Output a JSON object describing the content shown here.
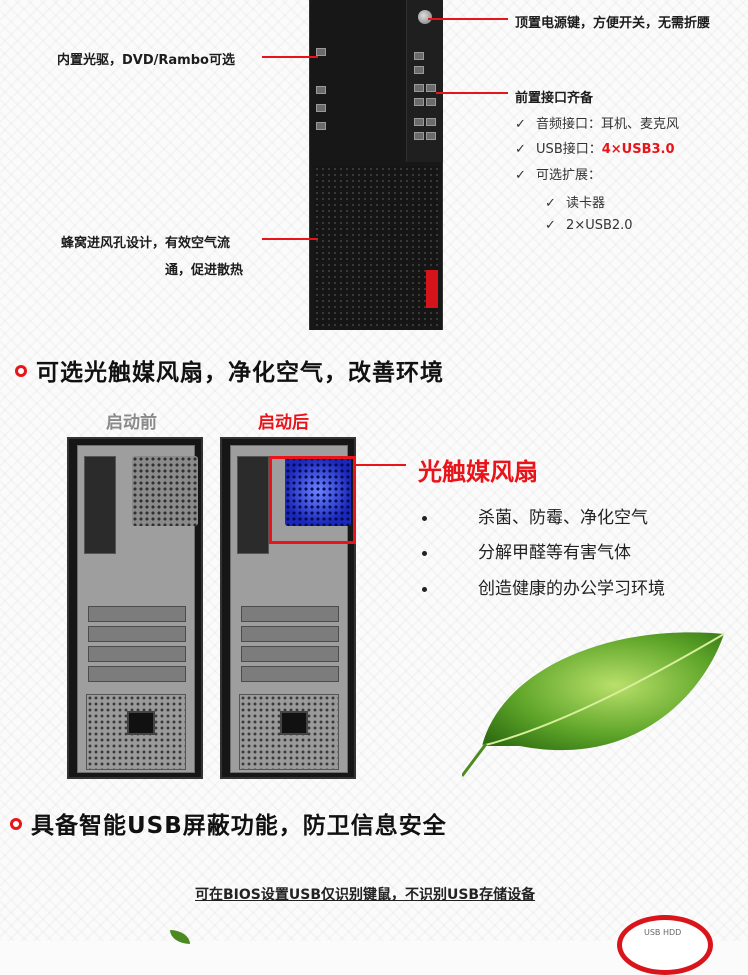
{
  "top": {
    "label_power": "顶置电源键，方便开关，无需折腰",
    "label_optical": "内置光驱，DVD/Rambo可选",
    "label_ports_title": "前置接口齐备",
    "checks": [
      {
        "mark": "✓",
        "text": "音频接口：耳机、麦克风"
      },
      {
        "mark": "✓",
        "text": "USB接口：",
        "highlight": "4×USB3.0"
      },
      {
        "mark": "✓",
        "text": "可选扩展："
      },
      {
        "mark": "✓",
        "text": "读卡器"
      },
      {
        "mark": "✓",
        "text": "2×USB2.0"
      }
    ],
    "label_vent_line1": "蜂窝进风孔设计，有效空气流",
    "label_vent_line2": "通，促进散热"
  },
  "fan_section": {
    "title": "可选光触媒风扇，净化空气，改善环境",
    "before_label": "启动前",
    "after_label": "启动后",
    "feature_title": "光触媒风扇",
    "features": [
      "杀菌、防霉、净化空气",
      "分解甲醛等有害气体",
      "创造健康的办公学习环境"
    ]
  },
  "usb_section": {
    "title": "具备智能USB屏蔽功能，防卫信息安全",
    "bios_text": "可在BIOS设置USB仅识别键鼠，不识别USB存储设备",
    "sign_text": "USB HDD"
  },
  "colors": {
    "accent": "#e8141a",
    "text": "#1c1c1c"
  }
}
